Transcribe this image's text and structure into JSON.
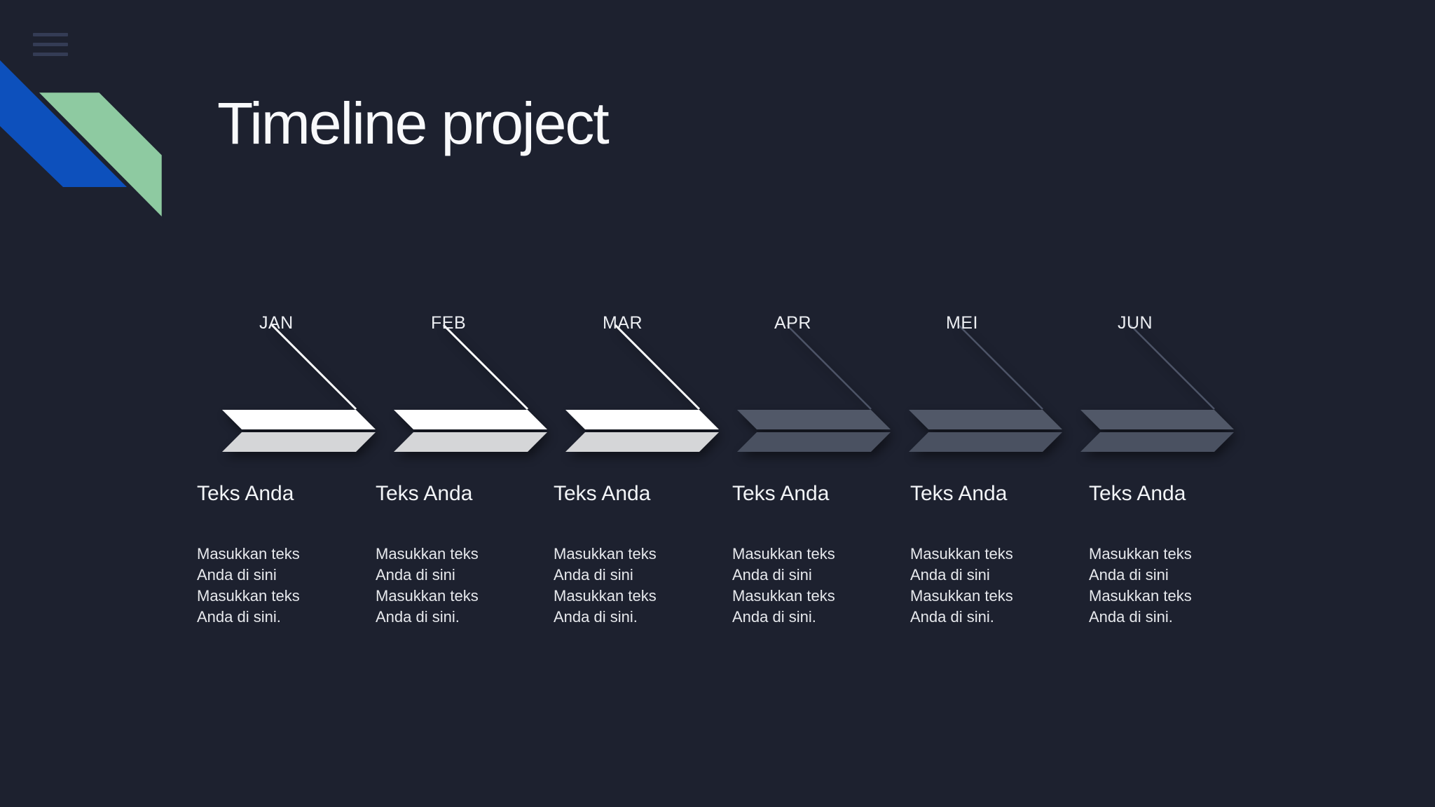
{
  "menu": {
    "icon": "hamburger"
  },
  "slide": {
    "title": "Timeline project",
    "items": [
      {
        "month": "JAN",
        "active": true,
        "heading": "Teks Anda",
        "body_lines": [
          "Masukkan teks",
          "Anda di sini",
          "Masukkan teks",
          "Anda di sini."
        ]
      },
      {
        "month": "FEB",
        "active": true,
        "heading": "Teks Anda",
        "body_lines": [
          "Masukkan teks",
          "Anda di sini",
          "Masukkan teks",
          "Anda di sini."
        ]
      },
      {
        "month": "MAR",
        "active": true,
        "heading": "Teks Anda",
        "body_lines": [
          "Masukkan teks",
          "Anda di sini",
          "Masukkan teks",
          "Anda di sini."
        ]
      },
      {
        "month": "APR",
        "active": false,
        "heading": "Teks Anda",
        "body_lines": [
          "Masukkan teks",
          "Anda di sini",
          "Masukkan teks",
          "Anda di sini."
        ]
      },
      {
        "month": "MEI",
        "active": false,
        "heading": "Teks Anda",
        "body_lines": [
          "Masukkan teks",
          "Anda di sini",
          "Masukkan teks",
          "Anda di sini."
        ]
      },
      {
        "month": "JUN",
        "active": false,
        "heading": "Teks Anda",
        "body_lines": [
          "Masukkan teks",
          "Anda di sini",
          "Masukkan teks",
          "Anda di sini."
        ]
      }
    ],
    "colors": {
      "background": "#1d212f",
      "ribbon_blue": "#0d50bc",
      "ribbon_green": "#8ecaa1",
      "chevron_active_top": "#ffffff",
      "chevron_active_bottom": "#d5d6d8",
      "chevron_inactive_top": "#515868",
      "chevron_inactive_bottom": "#4a5161",
      "pointer_line_active": "#ffffff",
      "pointer_line_inactive": "#4d5467"
    }
  }
}
